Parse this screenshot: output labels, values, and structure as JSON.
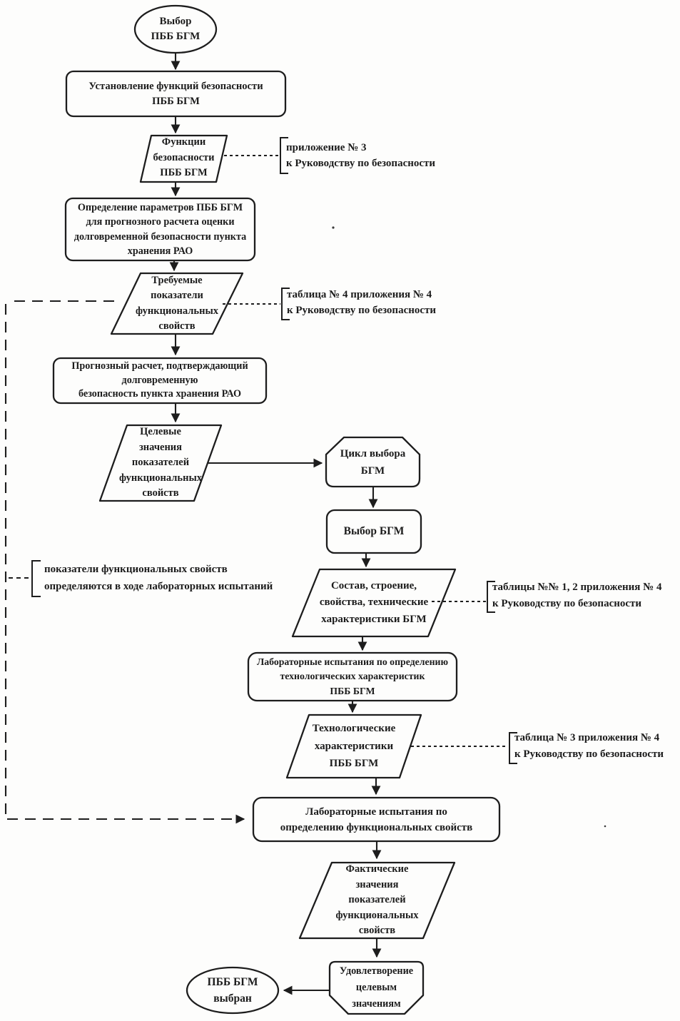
{
  "page": {
    "background_color": "#fdfdfc",
    "ink_color": "#1d1d1d",
    "kind": "scanned flowchart, Russian"
  },
  "fc": {
    "nodes": {
      "start": {
        "shape": "oval",
        "label": "Выбор\nПББ БГМ"
      },
      "establish_functions": {
        "shape": "rounded-rect",
        "label": "Установление функций безопасности\nПББ БГМ"
      },
      "safety_functions": {
        "shape": "parallelogram",
        "label": "Функции\nбезопасности\nПББ БГМ"
      },
      "define_parameters": {
        "shape": "rounded-rect",
        "label": "Определение параметров ПББ БГМ\nдля прогнозного расчета оценки\nдолговременной безопасности пункта\nхранения РАО"
      },
      "required_indicators": {
        "shape": "parallelogram",
        "label": "Требуемые\nпоказатели\nфункциональных\nсвойств"
      },
      "forecast_calc": {
        "shape": "rounded-rect",
        "label": "Прогнозный расчет, подтверждающий\nдолговременную\nбезопасность пункта хранения РАО"
      },
      "target_values": {
        "shape": "parallelogram",
        "label": "Целевые\nзначения\nпоказателей\nфункциональных\nсвойств"
      },
      "selection_cycle": {
        "shape": "hexagon",
        "label": "Цикл выбора\nБГМ"
      },
      "select_bgm": {
        "shape": "rounded-rect",
        "label": "Выбор БГМ"
      },
      "composition": {
        "shape": "parallelogram",
        "label": "Состав, строение,\nсвойства, технические\nхарактеристики БГМ"
      },
      "lab_tests_tech": {
        "shape": "rounded-rect",
        "label": "Лабораторные испытания по определению\nтехнологических характеристик\nПББ БГМ"
      },
      "tech_characteristics": {
        "shape": "parallelogram",
        "label": "Технологические\nхарактеристики\nПББ БГМ"
      },
      "lab_tests_func": {
        "shape": "rounded-rect",
        "label": "Лабораторные испытания по\nопределению функциональных свойств"
      },
      "actual_values": {
        "shape": "parallelogram",
        "label": "Фактические\nзначения\nпоказателей\nфункциональных\nсвойств"
      },
      "satisfy_targets": {
        "shape": "pentagon",
        "label": "Удовлетворение\nцелевым\nзначениям"
      },
      "end": {
        "shape": "oval",
        "label": "ПББ БГМ\nвыбран"
      }
    },
    "annotations": {
      "appendix3": {
        "label": "приложение № 3\nк Руководству по безопасности"
      },
      "table4": {
        "label": "таблица № 4 приложения № 4\nк Руководству по безопасности"
      },
      "tables1_2": {
        "label": "таблицы №№ 1, 2 приложения № 4\nк Руководству по безопасности"
      },
      "table3": {
        "label": "таблица № 3 приложения № 4\nк Руководству по безопасности"
      },
      "lab_note": {
        "label": "показатели функциональных свойств\nопределяются в ходе лабораторных испытаний"
      }
    }
  }
}
